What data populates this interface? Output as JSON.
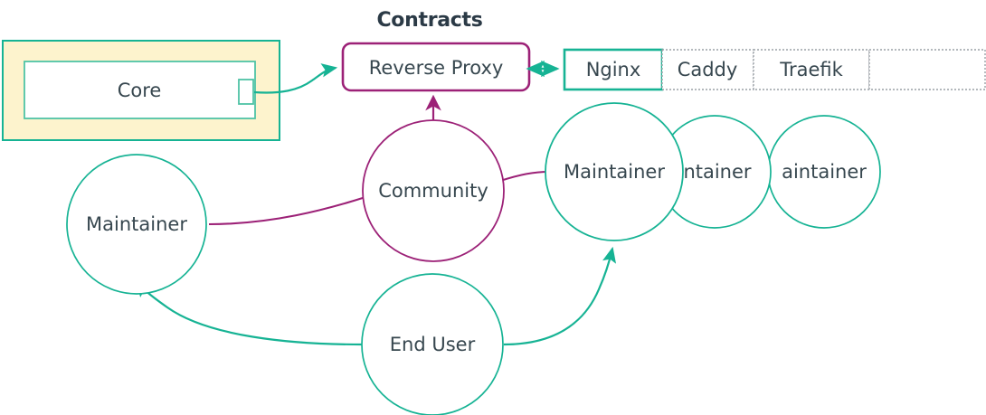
{
  "diagram": {
    "type": "architecture-relationship-diagram",
    "background_color": "#ffffff",
    "palette": {
      "teal": "#16b394",
      "teal_light": "#4fc3a6",
      "purple": "#9c2177",
      "text": "#37474f",
      "yellow_fill": "#fdf3cd",
      "dotted_gray": "#9aa0a6"
    }
  },
  "core_group": {
    "name": "core-group",
    "fill": "#fdf3cd",
    "border_color": "#16b394",
    "inner_box": {
      "label": "Core",
      "border_color": "#4fc3a6",
      "fill": "#ffffff"
    },
    "port": {
      "name": "core-port",
      "border_color": "#4fc3a6"
    }
  },
  "contracts": {
    "title": "Contracts",
    "proxy_box": {
      "label": "Reverse Proxy",
      "border_color": "#9c2177",
      "fill": "#ffffff"
    }
  },
  "options_table": {
    "name": "proxy-options-table",
    "cells": [
      {
        "label": "Nginx",
        "selected": true,
        "border": "solid"
      },
      {
        "label": "Caddy",
        "selected": false,
        "border": "dotted"
      },
      {
        "label": "Traefik",
        "selected": false,
        "border": "dotted"
      },
      {
        "label": "",
        "selected": false,
        "border": "dotted"
      }
    ]
  },
  "actors": {
    "community": {
      "label": "Community",
      "color": "#9c2177"
    },
    "end_user": {
      "label": "End User",
      "color": "#16b394"
    },
    "maintainer_left": {
      "label": "Maintainer",
      "color": "#16b394"
    },
    "maintainers_right": [
      {
        "label": "Maintainer",
        "color": "#16b394"
      },
      {
        "label": "ntainer",
        "color": "#16b394"
      },
      {
        "label": "aintainer",
        "color": "#16b394"
      }
    ]
  },
  "edges": [
    {
      "name": "core-to-reverse-proxy",
      "from": "Core",
      "to": "Reverse Proxy",
      "color": "#16b394",
      "arrow": "end"
    },
    {
      "name": "reverse-proxy-to-nginx",
      "from": "Reverse Proxy",
      "to": "Nginx",
      "color": "#16b394",
      "arrow": "both"
    },
    {
      "name": "community-to-reverse-proxy",
      "from": "Community",
      "to": "Reverse Proxy",
      "color": "#9c2177",
      "arrow": "end"
    },
    {
      "name": "community-to-maintainer-left",
      "from": "Community",
      "to": "Maintainer (left)",
      "color": "#9c2177",
      "arrow": "none"
    },
    {
      "name": "community-to-maintainer-right",
      "from": "Community",
      "to": "Maintainer (right)",
      "color": "#9c2177",
      "arrow": "none"
    },
    {
      "name": "end-user-to-maintainer-left",
      "from": "End User",
      "to": "Maintainer (left)",
      "color": "#16b394",
      "arrow": "end"
    },
    {
      "name": "end-user-to-maintainer-right",
      "from": "End User",
      "to": "Maintainer (right)",
      "color": "#16b394",
      "arrow": "end"
    }
  ]
}
